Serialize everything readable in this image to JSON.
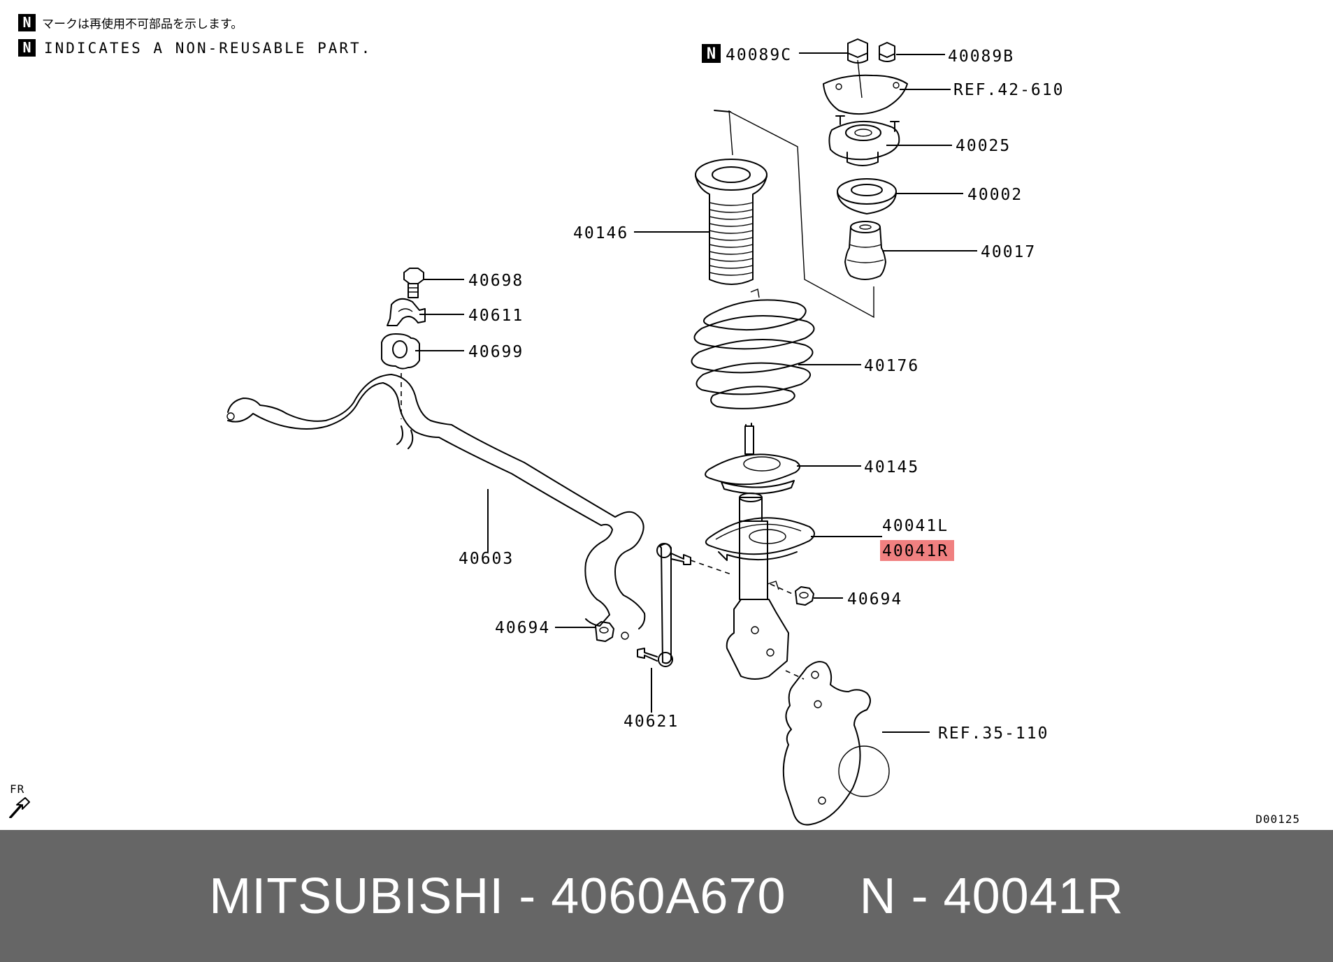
{
  "notes": {
    "badge": "N",
    "japanese": "マークは再使用不可部品を示します。",
    "english": "INDICATES A NON-REUSABLE PART."
  },
  "labels": {
    "p40089C": "40089C",
    "p40089B": "40089B",
    "ref42_610": "REF.42-610",
    "p40025": "40025",
    "p40002": "40002",
    "p40146": "40146",
    "p40017": "40017",
    "p40698": "40698",
    "p40611": "40611",
    "p40699": "40699",
    "p40176": "40176",
    "p40145": "40145",
    "p40041L": "40041L",
    "p40041R": "40041R",
    "p40603": "40603",
    "p40694_right": "40694",
    "p40694_left": "40694",
    "p40621": "40621",
    "ref35_110": "REF.35-110",
    "fr": "FR",
    "drawing_code": "D00125"
  },
  "highlight_color": "#f08080",
  "footer": {
    "text": "MITSUBISHI - 4060A670     N - 40041R",
    "background": "#666666",
    "color": "#ffffff"
  }
}
